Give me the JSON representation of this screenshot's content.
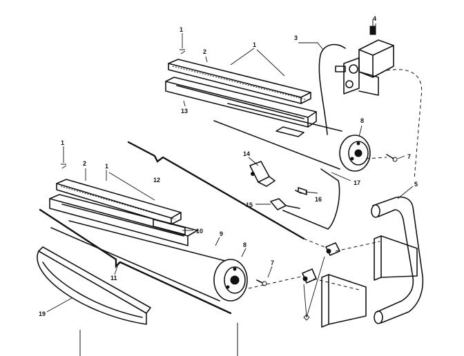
{
  "callouts": {
    "c1a": "1",
    "c1b": "1",
    "c1c": "1",
    "c1d": "1",
    "c2a": "2",
    "c2b": "2",
    "c3": "3",
    "c4": "4",
    "c5": "5",
    "c7a": "7",
    "c7b": "7",
    "c8a": "8",
    "c8b": "8",
    "c9": "9",
    "c10": "10",
    "c11": "11",
    "c12": "12",
    "c13": "13",
    "c14": "14",
    "c15": "15",
    "c16": "16",
    "c17": "17",
    "c19": "19"
  }
}
